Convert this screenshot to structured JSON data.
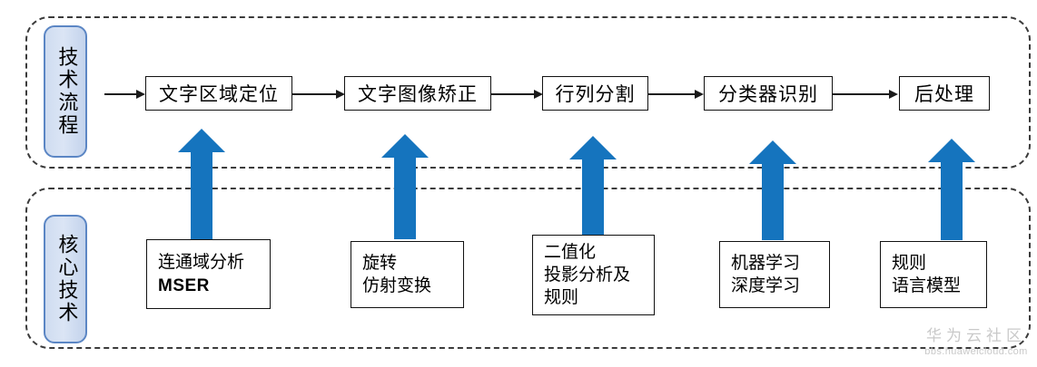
{
  "diagram": {
    "type": "flowchart",
    "accent_color": "#1574be",
    "pill_border_color": "#5b86c4",
    "pill_fill_color": "#cfdcf0",
    "box_border_color": "#111111",
    "connector_color": "#1a1a1a",
    "group_border_color": "#3b3b3b"
  },
  "rows": {
    "flow": {
      "label": "技术流程"
    },
    "tech": {
      "label": "核心技术"
    }
  },
  "process_steps": [
    {
      "label": "文字区域定位"
    },
    {
      "label": "文字图像矫正"
    },
    {
      "label": "行列分割"
    },
    {
      "label": "分类器识别"
    },
    {
      "label": "后处理"
    }
  ],
  "technologies": [
    {
      "lines": [
        "连通域分析",
        "MSER"
      ],
      "bold_lines": [
        1
      ]
    },
    {
      "lines": [
        "旋转",
        "仿射变换"
      ],
      "bold_lines": []
    },
    {
      "lines": [
        "二值化",
        "投影分析及",
        "规则"
      ],
      "bold_lines": []
    },
    {
      "lines": [
        "机器学习",
        "深度学习"
      ],
      "bold_lines": []
    },
    {
      "lines": [
        "规则",
        "语言模型"
      ],
      "bold_lines": []
    }
  ],
  "watermark": {
    "brand": "华为云社区",
    "url": "bbs.huaweicloud.com"
  }
}
